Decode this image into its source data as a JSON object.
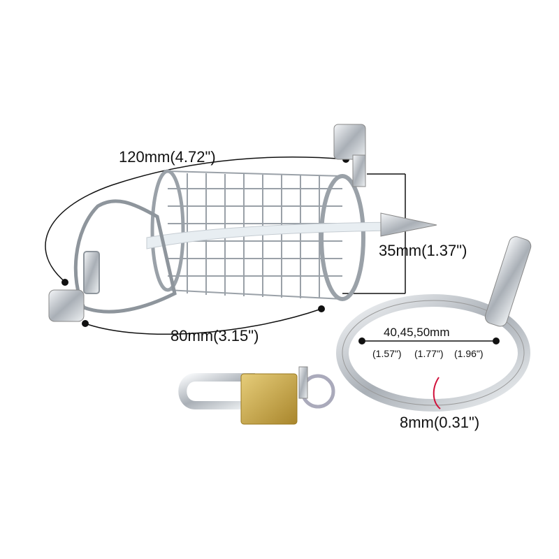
{
  "image": {
    "description": "Product photo of a stainless steel cage device with padlock, keys and ring, annotated with dimensions",
    "dimensions": {
      "length_total": "120mm(4.72\")",
      "length_cage": "80mm(3.15\")",
      "height": "35mm(1.37\")",
      "ring_sizes": "40,45,50mm",
      "ring_sizes_inch": [
        "(1.57\")",
        "(1.77\")",
        "(1.96\")"
      ],
      "ring_thickness": "8mm(0.31\")"
    },
    "colors": {
      "metal": "#c8ccd2",
      "metal_dark": "#7d838c",
      "tube": "#e8eef2",
      "lock_brass": "#c9a94a",
      "accent_red": "#d0103a"
    }
  }
}
